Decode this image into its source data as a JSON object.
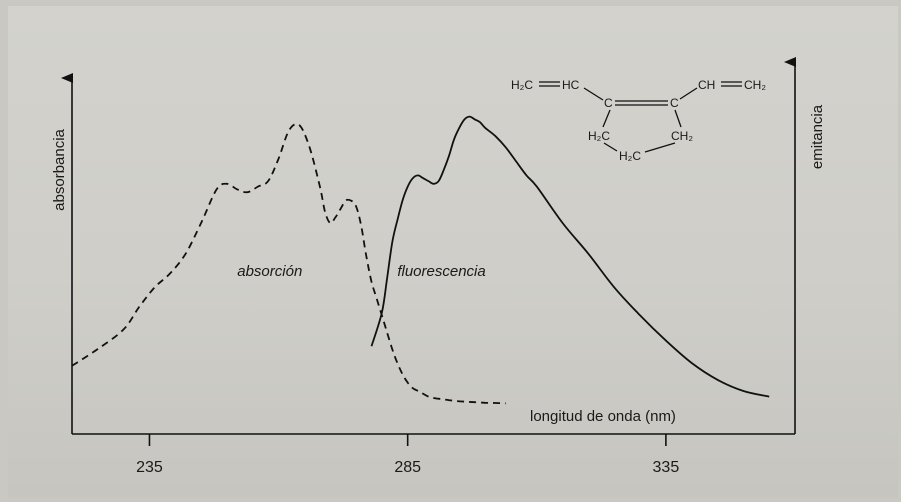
{
  "chart_data": {
    "type": "line",
    "title": "",
    "xlabel": "longitud de onda (nm)",
    "ylabel_left": "absorbancia",
    "ylabel_right": "emitancia",
    "xlim": [
      220,
      360
    ],
    "ylim": [
      0,
      1
    ],
    "x_ticks": [
      235,
      285,
      335
    ],
    "x_tick_labels": [
      "235",
      "285",
      "335"
    ],
    "grid": false,
    "series": [
      {
        "name": "absorción",
        "style": "dashed",
        "label_at": [
          252,
          0.46
        ],
        "x": [
          220,
          225,
          230,
          233,
          236,
          239,
          242,
          245,
          248,
          250,
          252,
          254,
          256,
          258,
          260,
          262,
          264,
          266,
          268,
          269,
          270,
          271,
          272,
          273,
          274,
          275,
          276,
          277,
          278,
          279,
          280,
          281,
          282,
          283,
          284,
          285,
          286,
          287,
          288,
          289,
          290,
          292,
          294,
          296,
          298,
          300,
          302,
          304
        ],
        "y": [
          0.14,
          0.2,
          0.27,
          0.35,
          0.42,
          0.47,
          0.54,
          0.65,
          0.77,
          0.79,
          0.77,
          0.76,
          0.78,
          0.8,
          0.88,
          0.98,
          1.0,
          0.92,
          0.78,
          0.69,
          0.65,
          0.67,
          0.7,
          0.73,
          0.73,
          0.71,
          0.64,
          0.53,
          0.44,
          0.38,
          0.32,
          0.26,
          0.2,
          0.15,
          0.11,
          0.08,
          0.06,
          0.05,
          0.04,
          0.03,
          0.025,
          0.02,
          0.015,
          0.012,
          0.01,
          0.008,
          0.007,
          0.006
        ]
      },
      {
        "name": "fluorescencia",
        "style": "solid",
        "label_at": [
          283,
          0.46
        ],
        "x": [
          278,
          280,
          281,
          282,
          283,
          284,
          285,
          286,
          287,
          288,
          289,
          290,
          291,
          292,
          293,
          294,
          295,
          296,
          297,
          298,
          299,
          300,
          302,
          304,
          306,
          308,
          310,
          315,
          320,
          325,
          330,
          335,
          340,
          345,
          350,
          355
        ],
        "y": [
          0.21,
          0.33,
          0.45,
          0.58,
          0.66,
          0.73,
          0.78,
          0.81,
          0.82,
          0.81,
          0.8,
          0.79,
          0.8,
          0.84,
          0.89,
          0.95,
          0.99,
          1.02,
          1.03,
          1.02,
          1.01,
          0.99,
          0.96,
          0.92,
          0.87,
          0.82,
          0.78,
          0.65,
          0.54,
          0.42,
          0.32,
          0.23,
          0.15,
          0.09,
          0.05,
          0.03
        ]
      }
    ],
    "molecule": {
      "groups": [
        "H₂C",
        "HC",
        "C",
        "C",
        "CH",
        "CH₂",
        "H₂C",
        "CH₂",
        "H₂C"
      ]
    }
  }
}
